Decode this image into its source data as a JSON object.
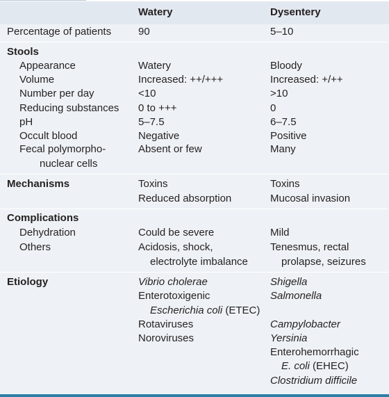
{
  "header": {
    "col_watery": "Watery",
    "col_dysentery": "Dysentery"
  },
  "rows": [
    {
      "label": "Percentage of patients",
      "watery": "90",
      "dysentery": "5–10"
    },
    {
      "label": "Stools"
    },
    {
      "label": "Appearance",
      "watery": "Watery",
      "dysentery": "Bloody"
    },
    {
      "label": "Volume",
      "watery": "Increased: ++/+++",
      "dysentery": "Increased: +/++"
    },
    {
      "label": "Number per day",
      "watery": "<10",
      "dysentery": ">10"
    },
    {
      "label": "Reducing substances",
      "watery": "0 to +++",
      "dysentery": "0"
    },
    {
      "label": "pH",
      "watery": "5–7.5",
      "dysentery": "6–7.5"
    },
    {
      "label": "Occult blood",
      "watery": "Negative",
      "dysentery": "Positive"
    },
    {
      "label": "Fecal polymorpho-",
      "watery": "Absent or few",
      "dysentery": "Many"
    },
    {
      "label": "nuclear cells"
    },
    {
      "label": "Mechanisms",
      "watery": "Toxins",
      "dysentery": "Toxins"
    },
    {
      "watery": "Reduced absorption",
      "dysentery": "Mucosal invasion"
    },
    {
      "label": "Complications"
    },
    {
      "label": "Dehydration",
      "watery": "Could be severe",
      "dysentery": "Mild"
    },
    {
      "label": "Others",
      "watery": "Acidosis, shock,",
      "dysentery": "Tenesmus, rectal"
    },
    {
      "watery": "electrolyte imbalance",
      "dysentery": "prolapse, seizures"
    },
    {
      "label": "Etiology",
      "watery": "Vibrio cholerae",
      "dysentery": "Shigella"
    },
    {
      "watery": "Enterotoxigenic",
      "dysentery": "Salmonella"
    },
    {
      "watery_italic": "Escherichia coli",
      "watery_tail": " (ETEC)"
    },
    {
      "watery": "Rotaviruses",
      "dysentery": "Campylobacter"
    },
    {
      "watery": "Noroviruses",
      "dysentery": "Yersinia"
    },
    {
      "dysentery": "Enterohemorrhagic"
    },
    {
      "dysentery_italic": "E. coli",
      "dysentery_tail": " (EHEC)"
    },
    {
      "dysentery": "Clostridium difficile"
    }
  ]
}
